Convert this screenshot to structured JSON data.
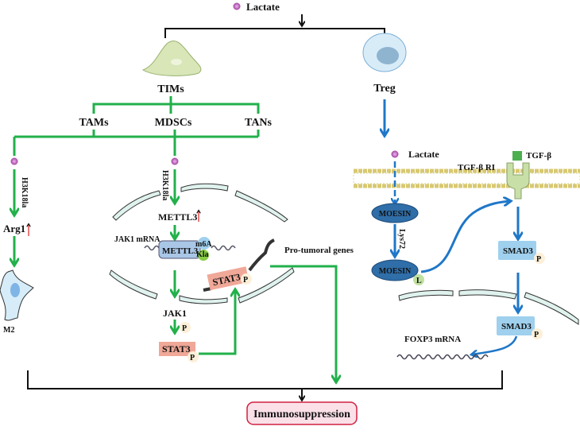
{
  "top": {
    "lactate": "Lactate"
  },
  "left": {
    "tims": "TIMs",
    "tams": "TAMs",
    "mdscs": "MDSCs",
    "tans": "TANs",
    "h3k18la": "H3K18la",
    "arg1": "Arg1",
    "m2": "M2",
    "mettl3": "METTL3",
    "jak1_mrna": "JAK1 mRNA",
    "mettl3_complex": "METTL3",
    "m6a": "m6A",
    "kla": "Kla",
    "jak1": "JAK1",
    "p": "P",
    "stat3": "STAT3",
    "pro_tumoral": "Pro-tumoral genes"
  },
  "right": {
    "treg": "Treg",
    "lactate": "Lactate",
    "tgfb_ri": "TGF-β RI",
    "tgfb": "TGF-β",
    "moesin": "MOESIN",
    "lys72": "Lys72",
    "l": "L",
    "smad3": "SMAD3",
    "p": "P",
    "foxp3_mrna": "FOXP3 mRNA"
  },
  "bottom": {
    "immunosuppression": "Immunosuppression"
  },
  "colors": {
    "green": "#22b04b",
    "blue": "#1f77c8",
    "red": "#e02020",
    "stat3": "#f0a898",
    "smad3": "#9fd0ee",
    "moesin": "#2f6ea8"
  }
}
